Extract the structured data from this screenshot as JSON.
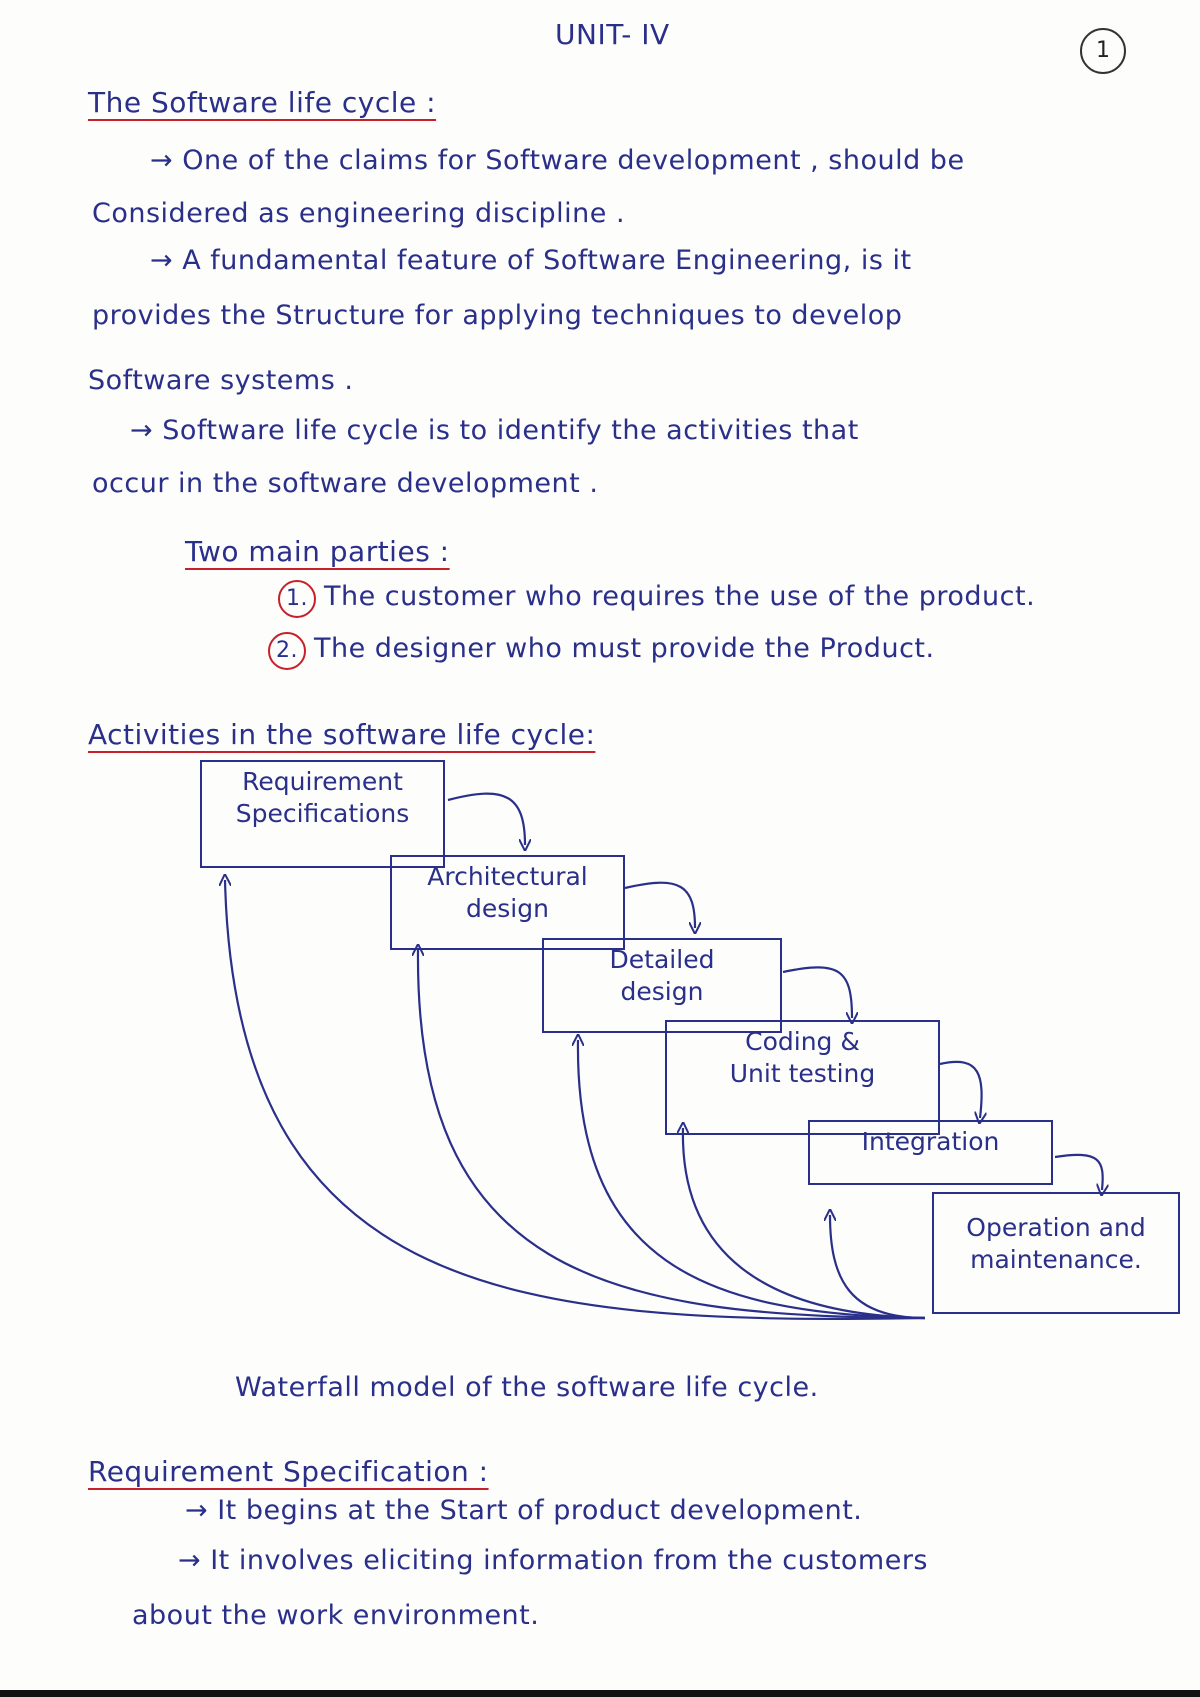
{
  "header": {
    "unit_title": "UNIT- IV",
    "page_number": "1"
  },
  "section1": {
    "heading": "The Software life cycle :",
    "lines": [
      "→ One of the claims for Software development , should be",
      "Considered as engineering discipline .",
      "→ A fundamental feature of Software Engineering, is it",
      "provides the Structure for applying techniques to develop",
      "Software systems .",
      "→ Software life cycle is to identify the activities that",
      "occur in the software development ."
    ]
  },
  "parties": {
    "heading": "Two main parties :",
    "items": [
      {
        "num": "1.",
        "text": "The customer who requires the use of the product."
      },
      {
        "num": "2.",
        "text": "The designer who must provide the Product."
      }
    ]
  },
  "activities": {
    "heading": "Activities in the software life cycle:"
  },
  "diagram": {
    "boxes": [
      {
        "line1": "Requirement",
        "line2": "Specifications"
      },
      {
        "line1": "Architectural",
        "line2": "design"
      },
      {
        "line1": "Detailed",
        "line2": "design"
      },
      {
        "line1": "Coding &",
        "line2": "Unit testing"
      },
      {
        "line1": "Integration",
        "line2": ""
      },
      {
        "line1": "Operation and",
        "line2": "maintenance."
      }
    ],
    "caption": "Waterfall model of the software life cycle."
  },
  "section2": {
    "heading": "Requirement Specification :",
    "lines": [
      "→ It begins at the Start of product development.",
      "→ It involves eliciting information from the customers",
      "about the work environment."
    ]
  }
}
